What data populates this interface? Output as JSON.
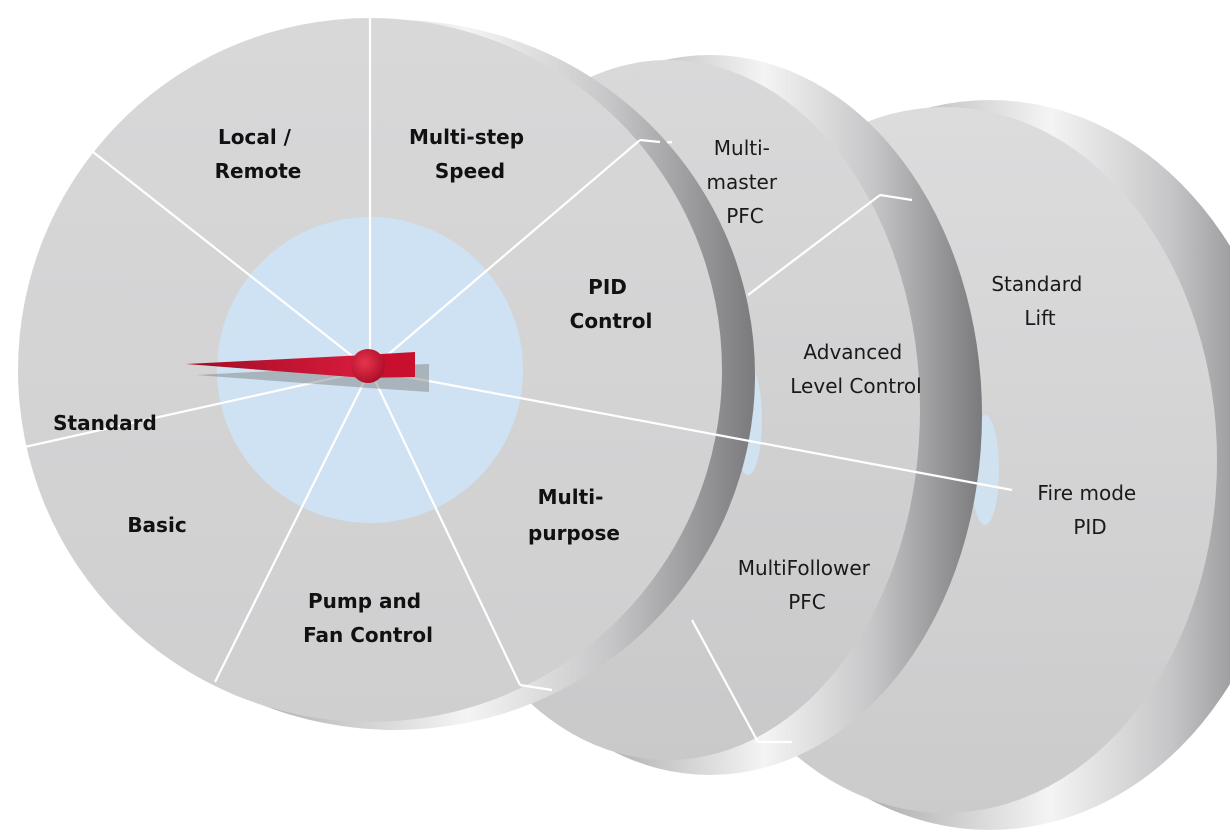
{
  "diagram": {
    "front_disc": {
      "segments": [
        {
          "id": "local-remote",
          "lines": [
            "Local /",
            "Remote"
          ]
        },
        {
          "id": "multi-step-speed",
          "lines": [
            "Multi-step",
            "Speed"
          ]
        },
        {
          "id": "pid-control",
          "lines": [
            "PID",
            "Control"
          ]
        },
        {
          "id": "multi-purpose",
          "lines": [
            "Multi-",
            "purpose"
          ]
        },
        {
          "id": "pump-fan-control",
          "lines": [
            "Pump and",
            "Fan Control"
          ]
        },
        {
          "id": "basic",
          "lines": [
            "Basic"
          ]
        },
        {
          "id": "standard",
          "lines": [
            "Standard"
          ]
        }
      ]
    },
    "middle_disc": {
      "segments": [
        {
          "id": "multi-master-pfc",
          "lines": [
            "Multi-",
            "master",
            "PFC"
          ]
        },
        {
          "id": "advanced-level-control",
          "lines": [
            "Advanced",
            "Level Control"
          ]
        },
        {
          "id": "multifollower-pfc",
          "lines": [
            "MultiFollower",
            "PFC"
          ]
        }
      ]
    },
    "back_disc": {
      "segments": [
        {
          "id": "standard-lift",
          "lines": [
            "Standard",
            "Lift"
          ]
        },
        {
          "id": "fire-mode-pid",
          "lines": [
            "Fire mode",
            "PID"
          ]
        }
      ]
    },
    "colors": {
      "disc_face": "#d4d4d5",
      "disc_rim_light": "#eeeeee",
      "disc_rim_dark": "#8e8e90",
      "hub": "#cfe2f3",
      "needle": "#c8102e",
      "dividers": "#ffffff"
    }
  }
}
